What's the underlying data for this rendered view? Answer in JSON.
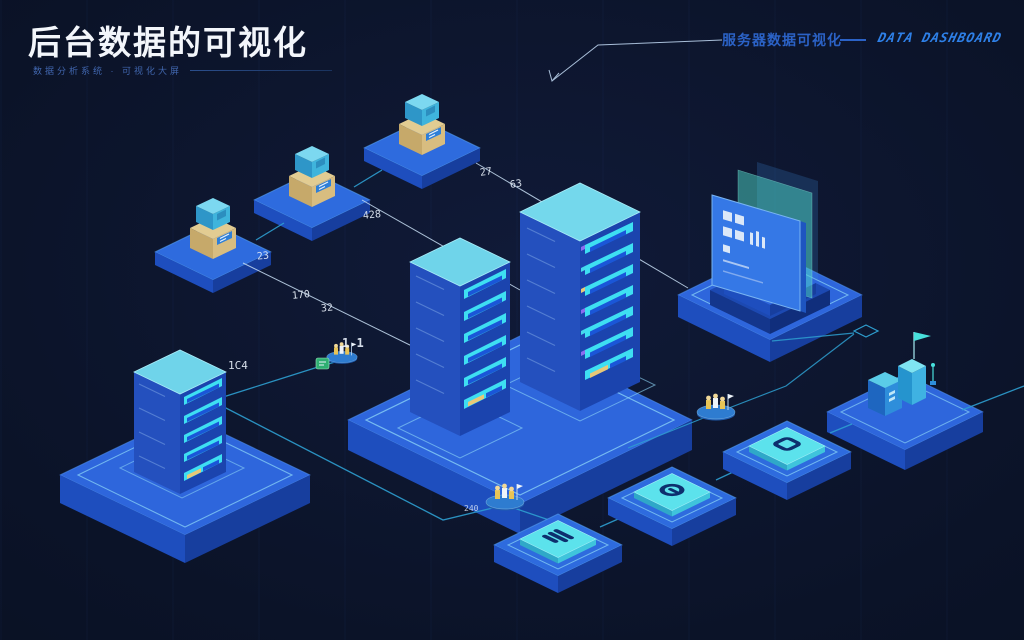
{
  "header": {
    "title": "后台数据的可视化",
    "subtitle": "数据分析系统 · 可视化大屏"
  },
  "annotation": {
    "label": "服务器数据可视化",
    "decor_text": "DATA DASHBOARD"
  },
  "line_labels": [
    {
      "text": "23"
    },
    {
      "text": "428"
    },
    {
      "text": "27"
    },
    {
      "text": "63"
    },
    {
      "text": "170"
    },
    {
      "text": "32"
    },
    {
      "text": "1 1"
    },
    {
      "text": "1C4"
    },
    {
      "text": "240"
    }
  ],
  "icons": {
    "chip_icons": [
      "list-icon",
      "at-icon",
      "square-icon"
    ],
    "site_icon": "flag-icon",
    "doc_icon": "green-document-icon"
  },
  "colors": {
    "background": "#0B1226",
    "platform_top": "#2E66DC",
    "platform_front": "#1E4EBE",
    "platform_side": "#173E9E",
    "tower_top": "#74D8EC",
    "tower_left": "#2450BE",
    "tower_right": "#1B44AE",
    "rack_slot": "#3EDFF2",
    "rack_pill": "#1A56D8",
    "accent_tan": "#E8C878",
    "chip_top": "#5CE2EC",
    "panel_front": "#3578E6",
    "panel_back": "#4ED8C8",
    "line_teal": "#2E9FD0",
    "line_white": "#C9DFF5",
    "title": "#F3F6FB",
    "annotation_blue": "#2B62C6",
    "decor_blue": "#2E80E8"
  }
}
